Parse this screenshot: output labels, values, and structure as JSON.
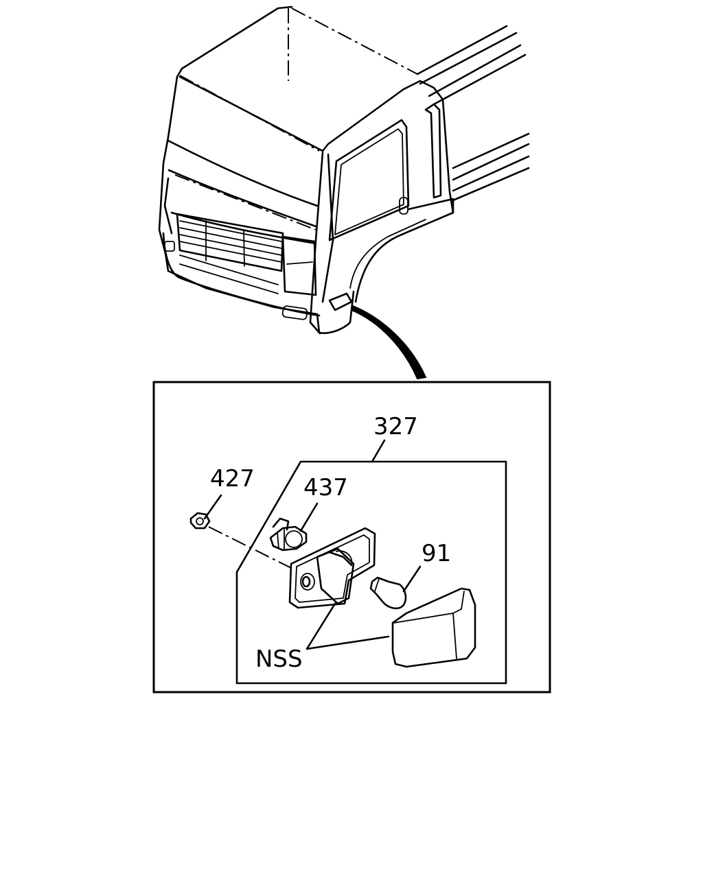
{
  "diagram": {
    "callouts": [
      {
        "id": "c327",
        "label": "327"
      },
      {
        "id": "c427",
        "label": "427"
      },
      {
        "id": "c437",
        "label": "437"
      },
      {
        "id": "c91",
        "label": "91"
      },
      {
        "id": "cnss",
        "label": "NSS"
      }
    ]
  }
}
